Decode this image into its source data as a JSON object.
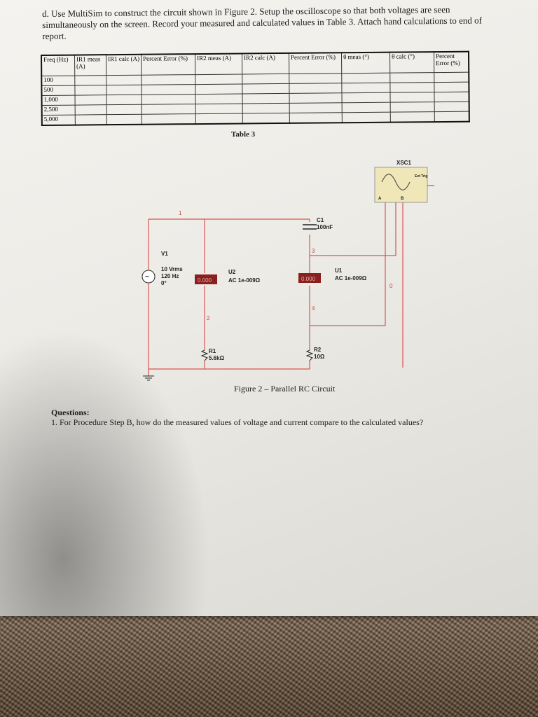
{
  "document": {
    "instruction_label": "d.",
    "instruction_text": "Use MultiSim to construct the circuit shown in Figure 2. Setup the oscilloscope so that both voltages are seen simultaneously on the screen. Record your measured and calculated values in Table 3. Attach hand calculations to end of report.",
    "table": {
      "caption": "Table 3",
      "headers": [
        "Freq (Hz)",
        "IR1 meas (A)",
        "IR1 calc (A)",
        "Percent Error (%)",
        "IR2 meas (A)",
        "IR2 calc (A)",
        "Percent Error (%)",
        "θ meas (°)",
        "θ calc (°)",
        "Percent Error (%)"
      ],
      "rows": [
        "100",
        "500",
        "1,000",
        "2,500",
        "5,000"
      ]
    },
    "figure": {
      "caption": "Figure 2 – Parallel RC Circuit",
      "source_name": "V1",
      "source_voltage": "10 Vrms",
      "source_freq": "120 Hz",
      "source_phase": "0°",
      "c1_name": "C1",
      "c1_value": "100nF",
      "u2_name": "U2",
      "u2_value": "AC 1e-009Ω",
      "u1_name": "U1",
      "u1_value": "AC 1e-009Ω",
      "meter_reading": "0.000",
      "r1_name": "R1",
      "r1_value": "5.6kΩ",
      "r2_name": "R2",
      "r2_value": "10Ω",
      "scope_name": "XSC1",
      "scope_ports": [
        "A",
        "B"
      ],
      "scope_ext": "Ext Trig",
      "nodes": [
        "1",
        "2",
        "3",
        "4",
        "0"
      ]
    },
    "questions_heading": "Questions:",
    "question_1": "1.  For Procedure Step B, how do the measured values of voltage and current compare to the calculated values?"
  },
  "colors": {
    "wire": "#d9564f",
    "meter": "#8a1f1f",
    "paper": "#f0eeea"
  }
}
